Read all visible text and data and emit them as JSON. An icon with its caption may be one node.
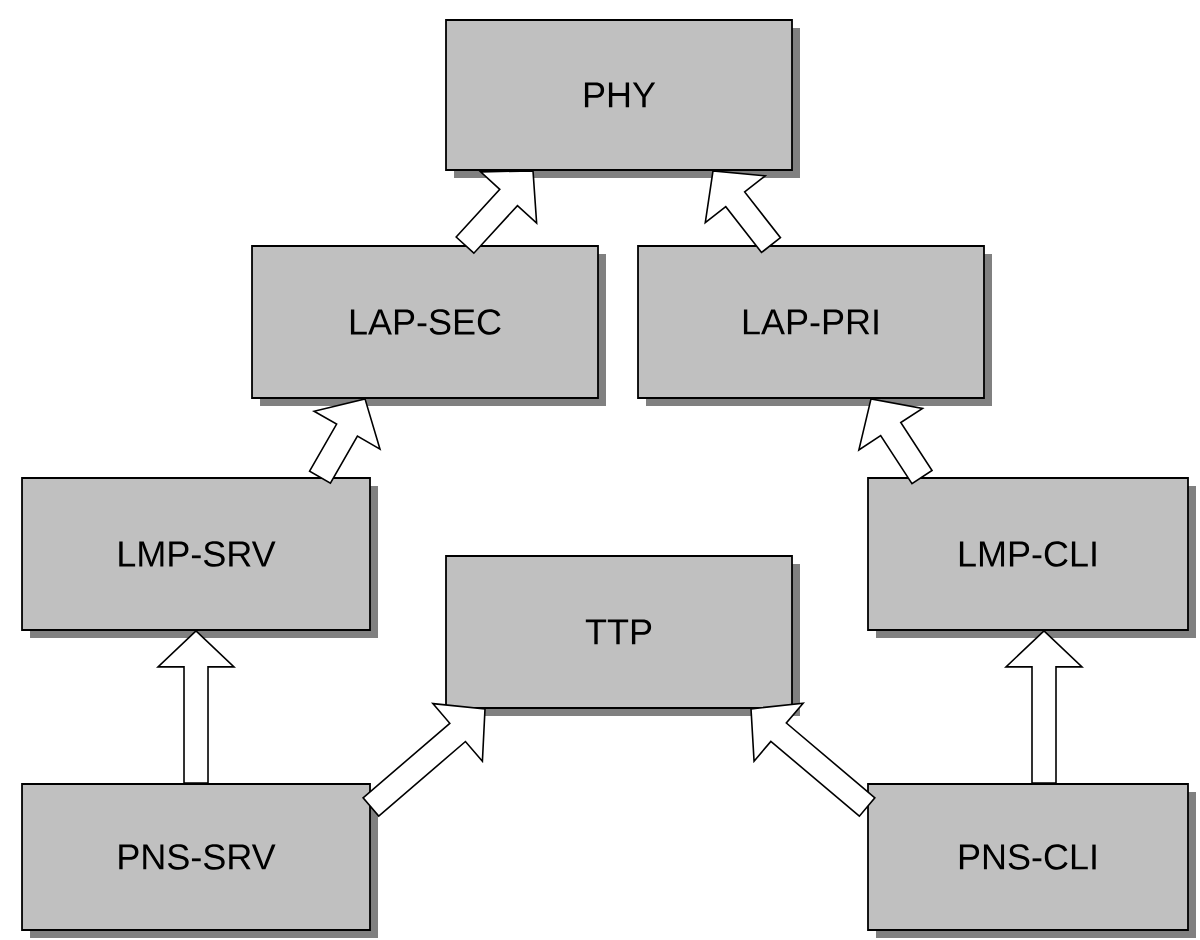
{
  "diagram": {
    "nodes": [
      {
        "text": [
          "PHY"
        ]
      },
      {
        "text": [
          "LAP-SEC"
        ]
      },
      {
        "text": [
          "LAP-PRI"
        ]
      },
      {
        "text": [
          "LMP-SRV"
        ]
      },
      {
        "text": [
          "TTP"
        ]
      },
      {
        "text": [
          "LMP-CLI"
        ]
      },
      {
        "text": [
          "PNS-SRV"
        ]
      },
      {
        "text": [
          "PNS-CLI"
        ]
      }
    ],
    "edges": [
      {
        "from": 1,
        "to": 0,
        "arrow": "to"
      },
      {
        "from": 2,
        "to": 0,
        "arrow": "to"
      },
      {
        "from": 3,
        "to": 1,
        "arrow": "to"
      },
      {
        "from": 5,
        "to": 2,
        "arrow": "to"
      },
      {
        "from": 6,
        "to": 3,
        "arrow": "to"
      },
      {
        "from": 6,
        "to": 4,
        "arrow": "to"
      },
      {
        "from": 7,
        "to": 4,
        "arrow": "to"
      },
      {
        "from": 7,
        "to": 5,
        "arrow": "to"
      }
    ]
  }
}
